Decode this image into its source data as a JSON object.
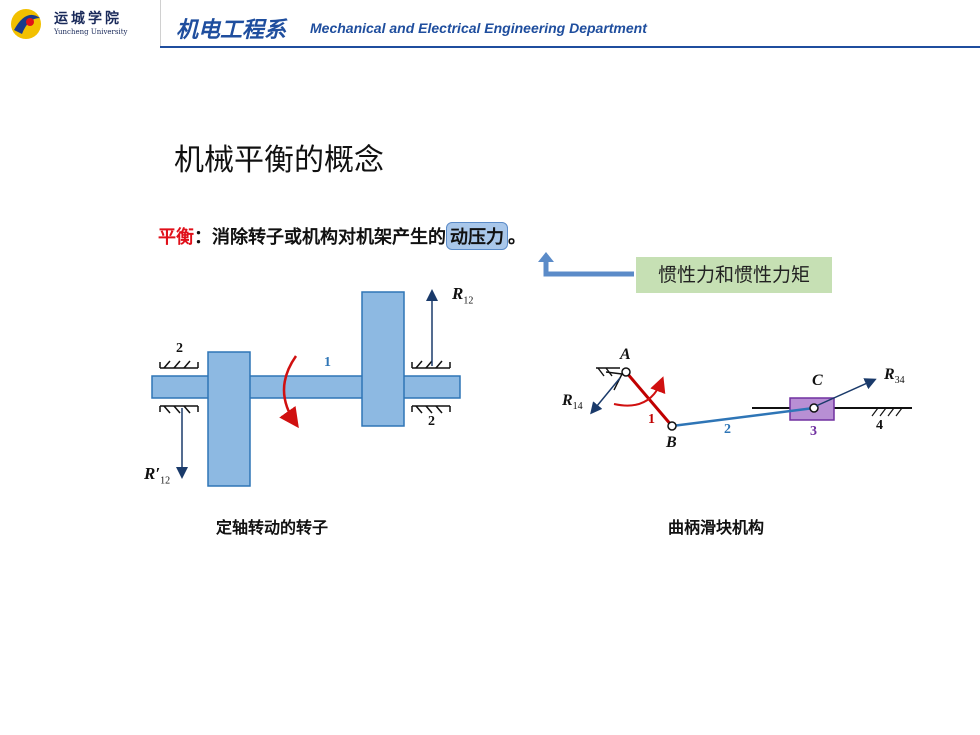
{
  "header": {
    "logo_name": "运城学院",
    "logo_sub": "Yuncheng University",
    "dept_cn": "机电工程系",
    "dept_en": "Mechanical and Electrical Engineering Department"
  },
  "slide": {
    "title": "机械平衡的概念",
    "def_term": "平衡",
    "def_colon": "：",
    "def_text": "消除转子或机构对机架产生的",
    "def_highlight": "动压力",
    "def_end": "。",
    "note": "惯性力和惯性力矩"
  },
  "rotor": {
    "label_R12": "R",
    "sub_R12": "12",
    "label_R12p": "R′",
    "sub_R12p": "12",
    "num_1": "1",
    "num_2a": "2",
    "num_2b": "2",
    "caption": "定轴转动的转子"
  },
  "slider": {
    "A": "A",
    "B": "B",
    "C": "C",
    "R14": "R",
    "sub_R14": "14",
    "R34": "R",
    "sub_R34": "34",
    "n1": "1",
    "n2": "2",
    "n3": "3",
    "n4": "4",
    "caption": "曲柄滑块机构"
  },
  "colors": {
    "accent": "#1f4e9e",
    "red": "#e0101a",
    "rotor_fill": "#8db9e2",
    "note_bg": "#c6e0b4",
    "slider_fill": "#b88fd4"
  }
}
